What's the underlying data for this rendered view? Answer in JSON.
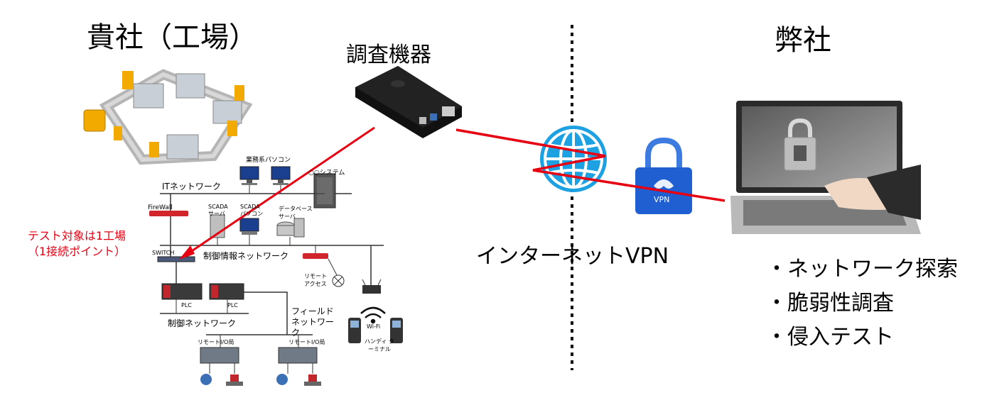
{
  "factory": {
    "title": "貴社（工場）",
    "it_network_label": "ITネットワーク",
    "business_pc_label": "業務系パソコン",
    "system_label": "○○システム",
    "firewall_label": "FireWall",
    "scada_server_label": "SCADA サーバ",
    "scada_pc_label": "SCADA パソコン",
    "db_server_label": "データベース サーバ",
    "switch_label": "SWITCH",
    "control_info_network_label": "制御情報ネットワーク",
    "remote_access_label": "リモート アクセス",
    "plc_label_1": "PLC",
    "plc_label_2": "PLC",
    "control_network_label": "制御ネットワーク",
    "field_network_label": "フィールド ネットワーク",
    "wifi_label": "Wi-Fi",
    "handy_terminal_label": "ハンディ ターミナル",
    "remote_io_label_1": "リモートI/O局",
    "remote_io_label_2": "リモートI/O局",
    "test_target_note_line1": "テスト対象は1工場",
    "test_target_note_line2": "（1接続ポイント）"
  },
  "device": {
    "title": "調査機器"
  },
  "internet": {
    "label": "インターネットVPN",
    "vpn_badge": "VPN"
  },
  "company": {
    "title": "弊社",
    "services": [
      "・ネットワーク探索",
      "・脆弱性調査",
      "・侵入テスト"
    ]
  },
  "colors": {
    "connection_red": "#e60012",
    "globe_blue": "#1da1e2",
    "vpn_blue": "#1f5fd1",
    "divider": "#111111"
  }
}
